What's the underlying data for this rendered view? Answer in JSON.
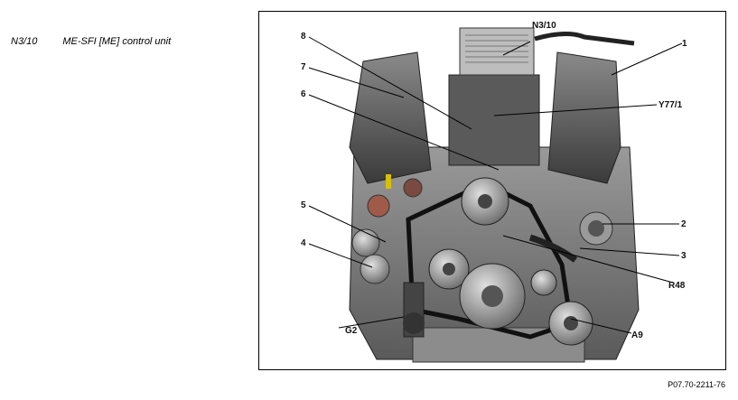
{
  "legend": {
    "code": "N3/10",
    "description": "ME-SFI [ME] control unit"
  },
  "callouts": [
    {
      "label": "N3/10"
    },
    {
      "label": "1"
    },
    {
      "label": "8"
    },
    {
      "label": "7"
    },
    {
      "label": "6"
    },
    {
      "label": "Y77/1"
    },
    {
      "label": "5"
    },
    {
      "label": "2"
    },
    {
      "label": "4"
    },
    {
      "label": "3"
    },
    {
      "label": "R48"
    },
    {
      "label": "G2"
    },
    {
      "label": "A9"
    }
  ],
  "figure_ref": "P07.70-2211-76",
  "colors": {
    "engine_dark": "#3c3c3c",
    "engine_mid": "#7a7a7a",
    "engine_light": "#c8c8c8",
    "accent_yellow": "#d8c000"
  }
}
